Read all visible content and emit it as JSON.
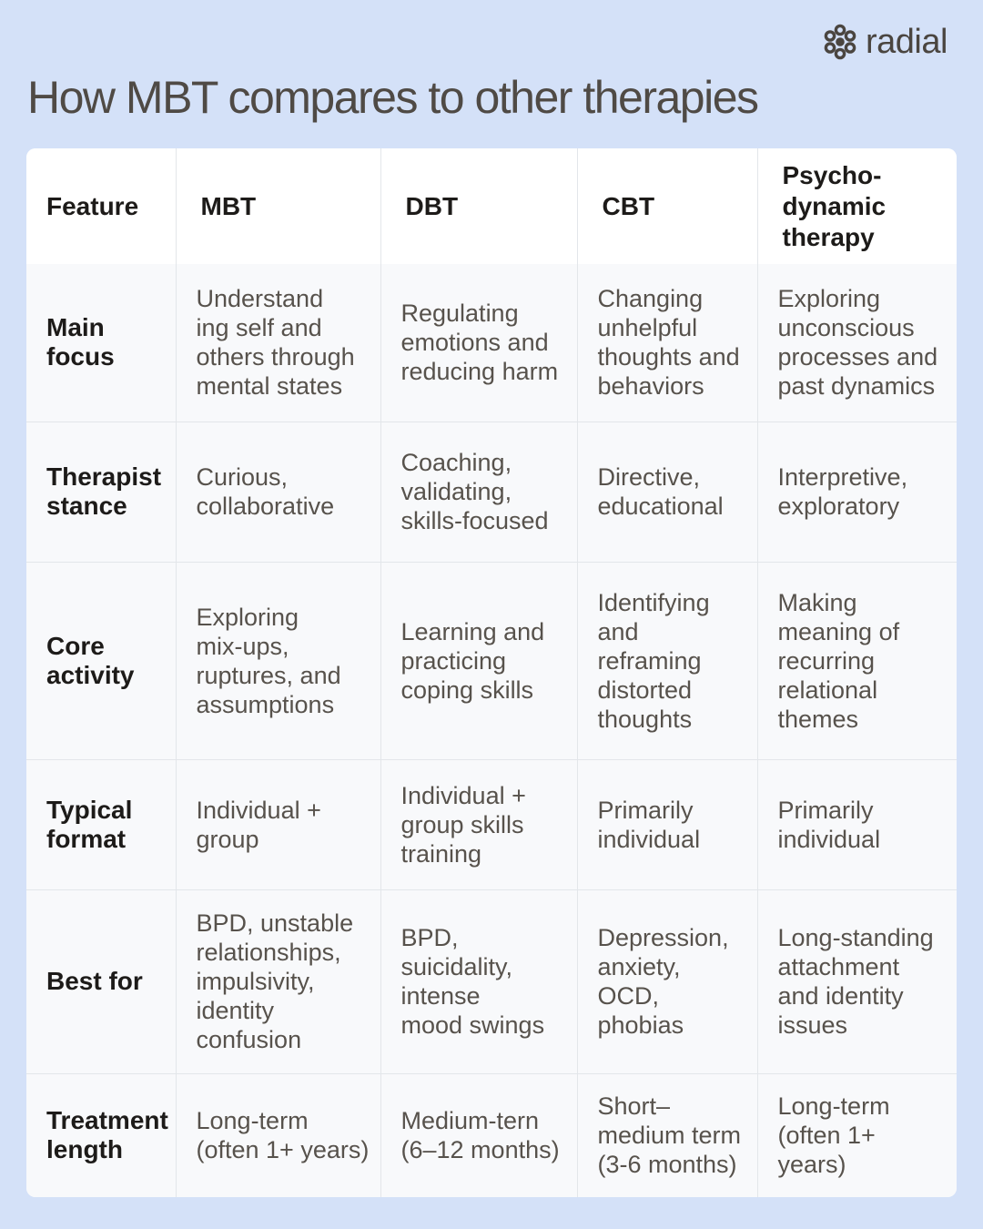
{
  "brand": {
    "name": "radial",
    "icon": "radial-flower-logo-icon",
    "color": "#4a4540"
  },
  "title": "How MBT compares to other therapies",
  "colors": {
    "background": "#d4e1f8",
    "card": "#ffffff",
    "row": "#f8f9fb",
    "heading_text": "#1d1b19",
    "body_text": "#57524c"
  },
  "table": {
    "headers": [
      "Feature",
      "MBT",
      "DBT",
      "CBT",
      "Psycho-\ndynamic\ntherapy"
    ],
    "rows": [
      {
        "feature": "Main\nfocus",
        "cells": [
          "Understand\ning self and\nothers through\nmental states",
          "Regulating\nemotions and\nreducing harm",
          "Changing\nunhelpful\nthoughts and\nbehaviors",
          "Exploring\nunconscious\nprocesses and\npast dynamics"
        ]
      },
      {
        "feature": "Therapist\nstance",
        "cells": [
          "Curious,\ncollaborative",
          "Coaching,\nvalidating,\nskills-focused",
          "Directive,\neducational",
          "Interpretive,\nexploratory"
        ]
      },
      {
        "feature": "Core\nactivity",
        "cells": [
          "Exploring\nmix-ups,\nruptures, and\nassumptions",
          "Learning and\npracticing\ncoping skills",
          "Identifying\nand\nreframing\ndistorted\nthoughts",
          "Making\nmeaning of\nrecurring\nrelational\nthemes"
        ]
      },
      {
        "feature": "Typical\nformat",
        "cells": [
          "Individual +\ngroup",
          "Individual +\ngroup skills\ntraining",
          "Primarily\nindividual",
          "Primarily\nindividual"
        ]
      },
      {
        "feature": "Best for",
        "cells": [
          "BPD, unstable\nrelationships,\nimpulsivity,\nidentity\nconfusion",
          "BPD,\nsuicidality,\nintense\nmood swings",
          "Depression,\nanxiety,\nOCD, phobias",
          "Long-standing\nattachment\nand identity\nissues"
        ]
      },
      {
        "feature": "Treatment\nlength",
        "cells": [
          "Long-term\n(often 1+ years)",
          "Medium-tern\n(6–12 months)",
          "Short–\nmedium term\n(3-6 months)",
          "Long-term\n(often 1+ years)"
        ]
      }
    ]
  }
}
